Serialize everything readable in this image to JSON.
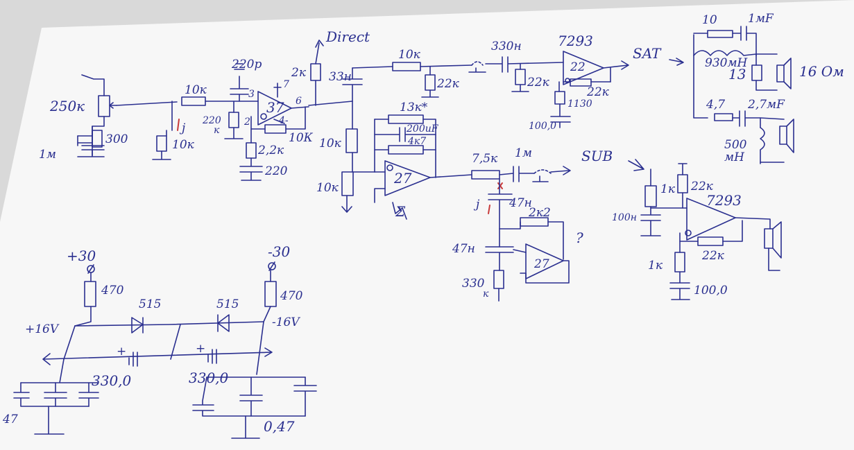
{
  "colors": {
    "ink": "#2a2f8f",
    "paper": "#f7f7f7",
    "red_mark": "#c83a3a"
  },
  "labels": {
    "direct": "Direct",
    "r250k": "250к",
    "r300": "300",
    "c1m": "1м",
    "r10k_in": "10к",
    "j_mark": "j",
    "r10k_gnd": "10к",
    "c220p": "220р",
    "pin3": "3",
    "pin2": "2",
    "pin6": "6",
    "pin7": "7",
    "pin4": "4-",
    "r220k": "220",
    "k_small": "к",
    "opamp37": "37",
    "r2k2": "2,2к",
    "c220": "220",
    "r10k_fb": "10К",
    "r2k": "2к",
    "c33n": "33н",
    "r10k_top": "10к",
    "r22k_top": "22к",
    "c330n": "330н",
    "r13k": "13к*",
    "c200uf": "200иF",
    "r4k7": "4к7",
    "r10k_mid": "10к",
    "r10k_low": "10к",
    "opamp27": "27",
    "sigma": "Σ",
    "amp7293_top": "7293",
    "sat": "SAT",
    "amp22": "22",
    "r22k_sat1": "22к",
    "r22k_sat2": "22к",
    "r1130": "1130",
    "c1000": "100,0",
    "r10_sat": "10",
    "c1mf_sat": "1мF",
    "l930": "930мН",
    "r13_sat": "13",
    "ohm16": "16 Ом",
    "r47_sat": "4,7",
    "c27mf": "2,7мF",
    "l500": "500",
    "mh": "мН",
    "r75k": "7,5к",
    "c1m_sub": "1м",
    "sub": "SUB",
    "j_mark2": "j",
    "c47n_1": "47н",
    "r2k2_sub": "2к2",
    "question": "?",
    "c47n_2": "47н",
    "opamp27_sub": "27",
    "r330k": "330",
    "k_small2": "к",
    "r1k_sub": "1к",
    "r22k_sub": "22к",
    "amp7293_sub": "7293",
    "c100n": "100н",
    "r22k_sub2": "22к",
    "r1k_sub2": "1к",
    "c1000_sub": "100,0",
    "p30": "+30",
    "m30": "-30",
    "r470_l": "470",
    "r470_r": "470",
    "z515_l": "515",
    "z515_r": "515",
    "p16v": "+16V",
    "m16v": "-16V",
    "c3300_l": "330,0",
    "c3300_r": "330,0",
    "c47": "47",
    "c047": "0,47",
    "plus_l": "+",
    "plus_r": "+"
  }
}
